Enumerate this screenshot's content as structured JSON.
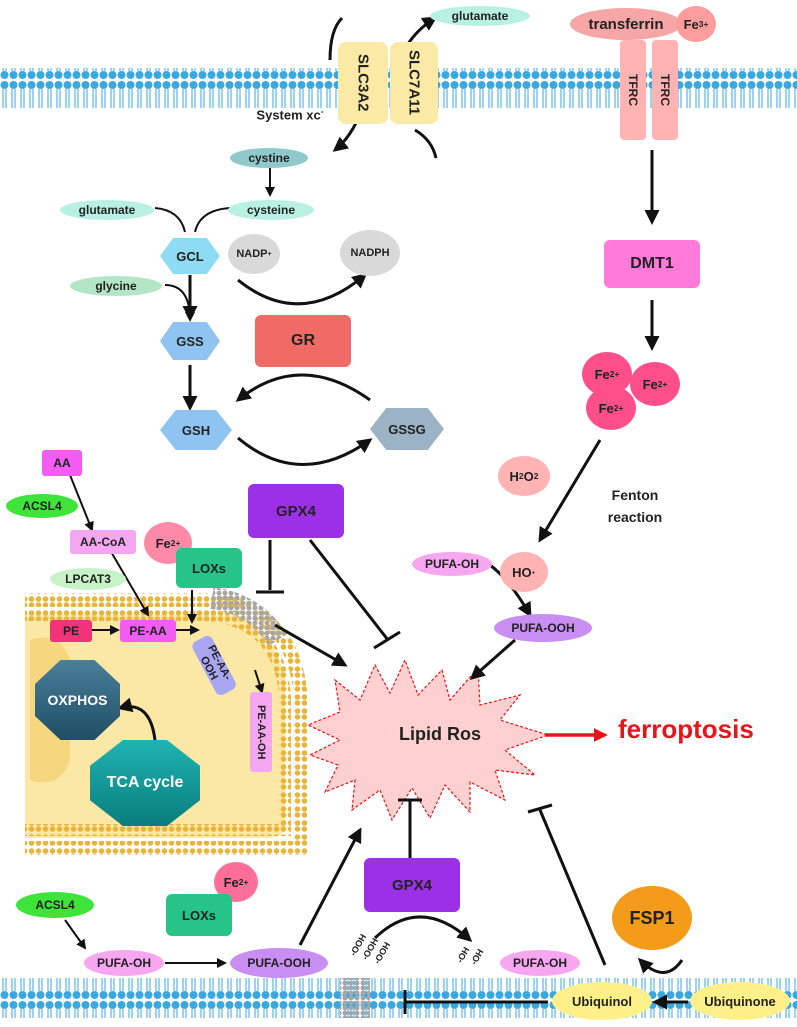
{
  "colors": {
    "membrane_blue": "#3aa7e0",
    "mito_membrane": "#e8b53a",
    "mito_matrix": "#fbe7a6",
    "ferroptosis_red": "#e8141b",
    "gpx4_purple": "#9b30e6",
    "gr_red": "#f06b66",
    "dmt1_pink": "#ff7ad9",
    "fe_pink": "#ff4f8a",
    "hexagon_blue": "#8ec3f2",
    "teal": "#10a3a3",
    "lox_green": "#27c48a",
    "acsl4_green": "#3fe43a"
  },
  "labels": {
    "glutamate_top": "glutamate",
    "slc3a2": "SLC3A2",
    "slc7a11": "SLC7A11",
    "system_xc": "System xc",
    "system_xc_sup": "-",
    "transferrin": "transferrin",
    "fe3": "Fe",
    "fe3_sup": "3+",
    "tfrc_1": "TFRC",
    "tfrc_2": "TFRC",
    "cystine": "cystine",
    "cysteine": "cysteine",
    "glutamate_left": "glutamate",
    "glycine": "glycine",
    "gcl": "GCL",
    "gss": "GSS",
    "gsh": "GSH",
    "gssg": "GSSG",
    "nadp": "NADP",
    "nadp_sup": "+",
    "nadph": "NADPH",
    "gr": "GR",
    "dmt1": "DMT1",
    "fe2_a": "Fe",
    "fe2_b": "Fe",
    "fe2_c": "Fe",
    "fe2_sup": "2+",
    "h2o2_h": "H",
    "h2o2_sub1": "2",
    "h2o2_o": "O",
    "h2o2_sub2": "2",
    "fenton_1": "Fenton",
    "fenton_2": "reaction",
    "aa": "AA",
    "acsl4_top": "ACSL4",
    "aa_coa": "AA-CoA",
    "fe2_mid": "Fe",
    "lpcat3": "LPCAT3",
    "loxs_mid": "LOXs",
    "gpx4_mid": "GPX4",
    "pufa_oh_right": "PUFA-OH",
    "ho": "HO·",
    "pufa_ooh_right": "PUFA-OOH",
    "pe": "PE",
    "pe_aa": "PE-AA",
    "pe_aa_ooh_1": "PE-AA-OOH",
    "pe_aa_oh": "PE-AA-OH",
    "oxphos": "OXPHOS",
    "tca": "TCA cycle",
    "lipid_ros": "Lipid Ros",
    "ferroptosis": "ferroptosis",
    "gpx4_bottom": "GPX4",
    "fsp1": "FSP1",
    "acsl4_bottom": "ACSL4",
    "fe2_bottom": "Fe",
    "loxs_bottom": "LOXs",
    "pufa_oh_bottom": "PUFA-OH",
    "pufa_ooh_bottom": "PUFA-OOH",
    "pufa_oh_bottom_right": "PUFA-OH",
    "ubiquinol": "Ubiquinol",
    "ubiquinone": "Ubiquinone",
    "ooh_lipid": "-OOH",
    "oh_lipid": "-OH"
  }
}
